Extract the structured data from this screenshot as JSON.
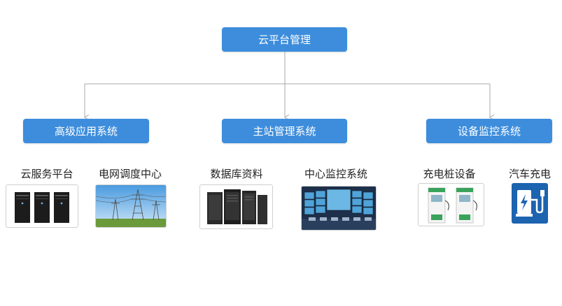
{
  "root": {
    "label": "云平台管理"
  },
  "branches": [
    {
      "label": "高级应用系统",
      "items": [
        {
          "label": "云服务平台",
          "image": "server-towers-icon"
        },
        {
          "label": "电网调度中心",
          "image": "power-pylons-icon"
        }
      ]
    },
    {
      "label": "主站管理系统",
      "items": [
        {
          "label": "数据库资料",
          "image": "database-servers-icon"
        },
        {
          "label": "中心监控系统",
          "image": "video-wall-icon"
        }
      ]
    },
    {
      "label": "设备监控系统",
      "items": [
        {
          "label": "充电桩设备",
          "image": "charging-piles-icon"
        },
        {
          "label": "汽车充电",
          "image": "ev-charging-icon"
        }
      ]
    }
  ],
  "colors": {
    "box": "#3d8ddc",
    "line": "#a8a8a8",
    "text": "#222222"
  }
}
